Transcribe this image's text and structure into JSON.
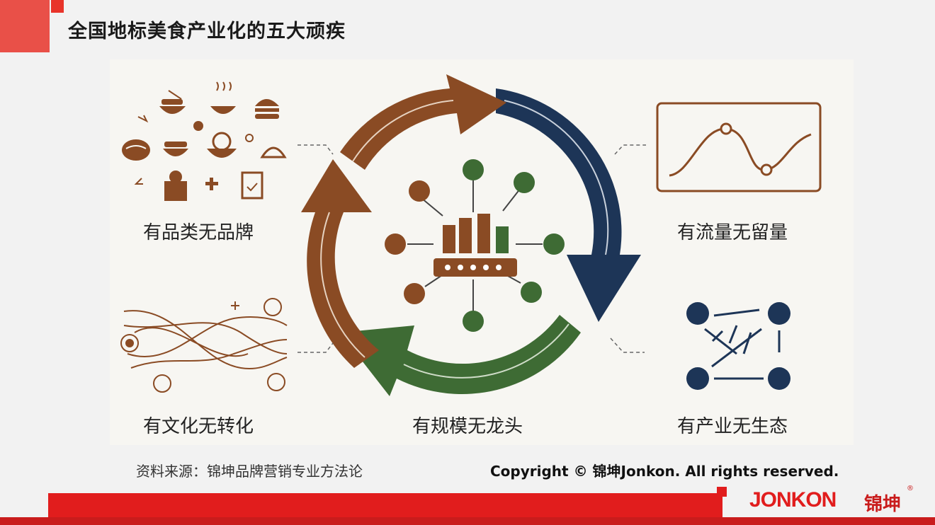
{
  "header": {
    "title": "全国地标美食产业化的五大顽疾"
  },
  "items": [
    {
      "label": "有品类无品牌",
      "icon": "food-icons-grid"
    },
    {
      "label": "有流量无留量",
      "icon": "wave-chart-icon"
    },
    {
      "label": "有文化无转化",
      "icon": "tangled-lines-icon"
    },
    {
      "label": "有规模无龙头",
      "icon": "network-hub-icon"
    },
    {
      "label": "有产业无生态",
      "icon": "node-network-icon"
    }
  ],
  "footer": {
    "source": "资料来源：锦坤品牌营销专业方法论",
    "copyright": "Copyright © 锦坤Jonkon. All rights reserved.",
    "logo_text": "JONKON",
    "logo_cn": "锦坤",
    "logo_reg": "®"
  },
  "colors": {
    "brown": "#8a4b24",
    "navy": "#1d3557",
    "green": "#3e6b34",
    "red": "#e11d1d"
  }
}
